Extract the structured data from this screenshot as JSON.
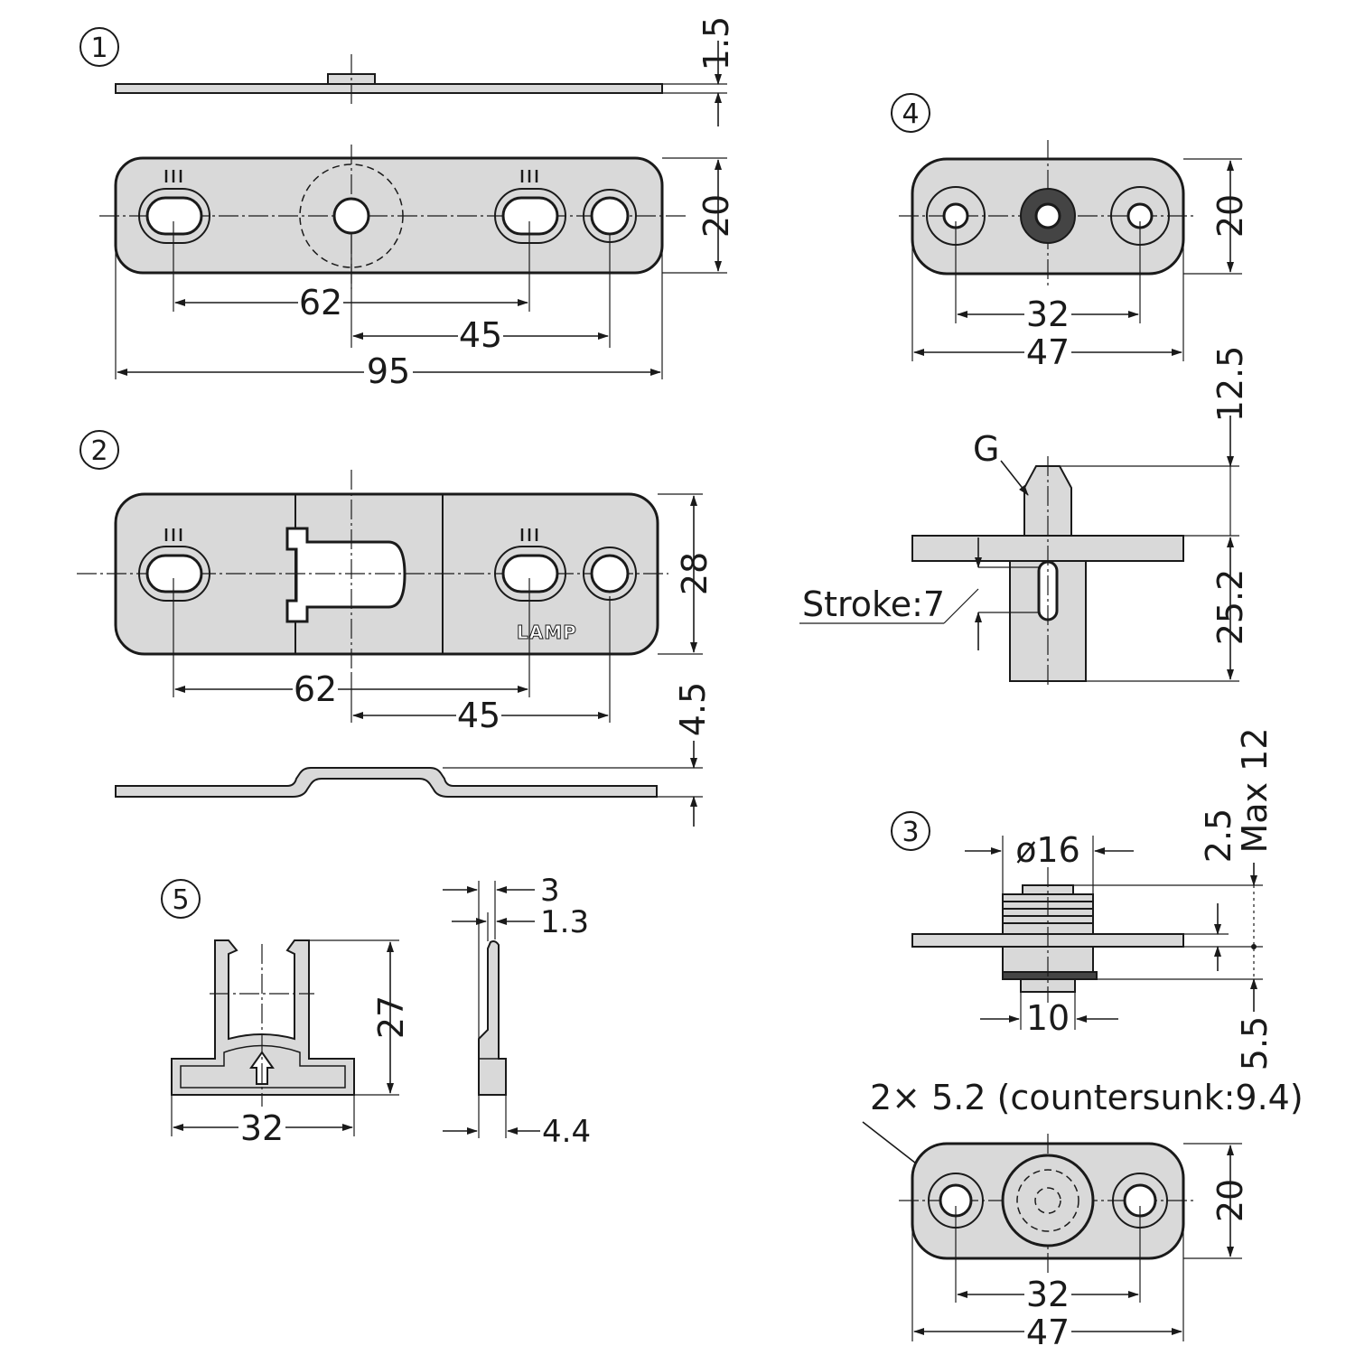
{
  "callouts": {
    "part1": "1",
    "part2": "2",
    "part3": "3",
    "part4": "4",
    "part5": "5"
  },
  "part1": {
    "thickness": "1.5",
    "height": "20",
    "slot_pitch": "62",
    "hole_pitch": "45",
    "length": "95"
  },
  "part2": {
    "height": "28",
    "slot_pitch": "62",
    "hole_pitch": "45",
    "offset_height": "4.5",
    "logo": "LAMP"
  },
  "part4": {
    "height": "20",
    "hole_pitch": "32",
    "width": "47",
    "pin_length": "12.5",
    "body_length": "25.2",
    "g_label": "G",
    "stroke_label": "Stroke:7"
  },
  "part3": {
    "diameter": "ø16",
    "flange_offset": "2.5",
    "max_label": "Max 12",
    "stem": "10",
    "bottom_offset": "5.5",
    "hole_spec": "2× 5.2 (countersunk:9.4)",
    "height": "20",
    "hole_pitch": "32",
    "width": "47"
  },
  "part5": {
    "width_top": "3",
    "tip": "1.3",
    "height": "27",
    "width": "32",
    "base": "4.4"
  }
}
